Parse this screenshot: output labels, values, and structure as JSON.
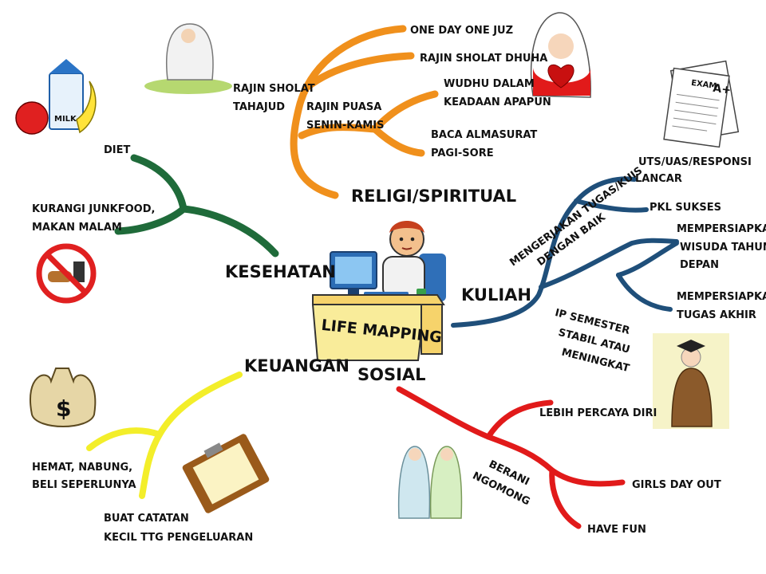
{
  "center": {
    "title": "LIFE MAPPING"
  },
  "branches": {
    "religi": {
      "label": "RELIGI/SPIRITUAL",
      "color": "#f0901c",
      "items": {
        "tahajud": [
          "RAJIN SHOLAT",
          "TAHAJUD"
        ],
        "puasa": [
          "RAJIN PUASA",
          "SENIN-KAMIS"
        ],
        "juz": "ONE DAY ONE JUZ",
        "dhuha": "RAJIN SHOLAT DHUHA",
        "wudhu": [
          "WUDHU DALAM",
          "KEADAAN APAPUN"
        ],
        "almasurat": [
          "BACA ALMASURAT",
          "PAGI-SORE"
        ]
      }
    },
    "kesehatan": {
      "label": "KESEHATAN",
      "color": "#1f6b3a",
      "items": {
        "diet": "DIET",
        "junkfood": [
          "KURANGI JUNKFOOD,",
          "MAKAN MALAM"
        ]
      }
    },
    "kuliah": {
      "label": "KULIAH",
      "color": "#1f4f7a",
      "items": {
        "tugas_kuis": [
          "MENGERJAKAN TUGAS/KUIS",
          "DENGAN BAIK"
        ],
        "uts": [
          "UTS/UAS/RESPONSI",
          "LANCAR"
        ],
        "pkl": "PKL SUKSES",
        "wisuda": [
          "MEMPERSIAPKAN",
          "WISUDA TAHUN",
          "DEPAN"
        ],
        "tugas_akhir": [
          "MEMPERSIAPKAN",
          "TUGAS AKHIR"
        ],
        "ip": [
          "IP SEMESTER",
          "STABIL ATAU",
          "MENINGKAT"
        ]
      }
    },
    "keuangan": {
      "label": "KEUANGAN",
      "color": "#f3ee2a",
      "items": {
        "hemat": [
          "HEMAT, NABUNG,",
          "BELI SEPERLUNYA"
        ],
        "catatan": [
          "BUAT CATATAN",
          "KECIL TTG PENGELUARAN"
        ]
      }
    },
    "sosial": {
      "label": "SOSIAL",
      "color": "#e11a1a",
      "items": {
        "percaya": "LEBIH PERCAYA DIRI",
        "berani": [
          "BERANI",
          "NGOMONG"
        ],
        "girls": "GIRLS DAY OUT",
        "fun": "HAVE FUN"
      }
    }
  },
  "illustrations": {
    "milk_label": "MILK",
    "exam_label": "EXAM",
    "grade_label": "A+",
    "money_symbol": "$"
  }
}
